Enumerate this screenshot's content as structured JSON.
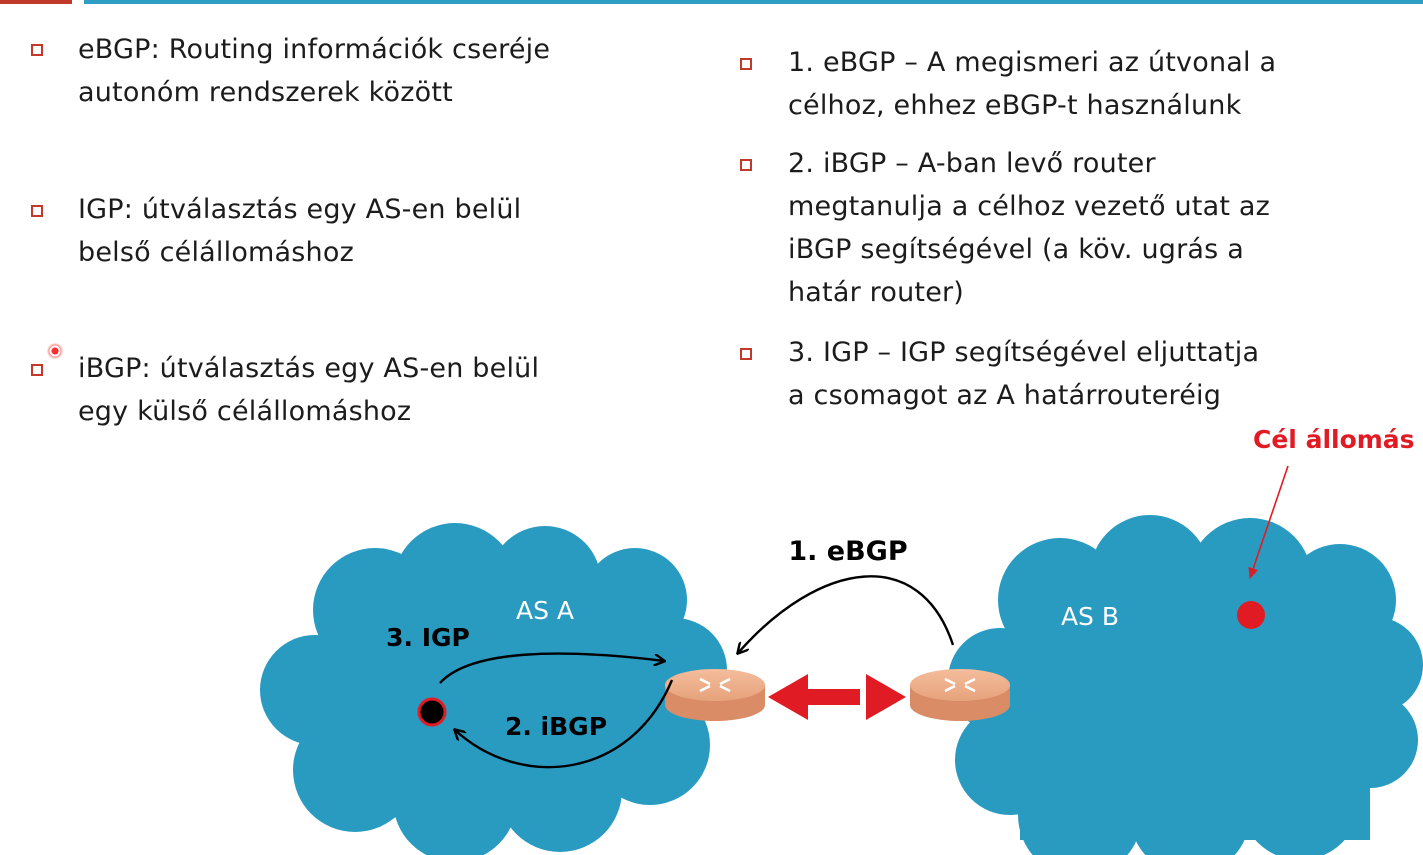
{
  "slide": {
    "left_bullets": [
      {
        "text": "eBGP: Routing információk cseréje\nautonóm rendszerek között"
      },
      {
        "text": "IGP: útválasztás egy AS-en belül\nbelső célállomáshoz"
      },
      {
        "text": "iBGP: útválasztás egy AS-en belül\negy külső célállomáshoz"
      }
    ],
    "right_bullets": [
      {
        "text": "1. eBGP – A megismeri az útvonal a\ncélhoz, ehhez eBGP-t használunk"
      },
      {
        "text": "2. iBGP – A-ban levő router\nmegtanulja a célhoz vezető utat az\niBGP segítségével (a köv. ugrás a\nhatár router)"
      },
      {
        "text": "3. IGP – IGP segítségével eljuttatja\na csomagot az A határrouteréig"
      }
    ]
  },
  "diagram": {
    "as_a_label": "AS A",
    "as_b_label": "AS B",
    "ebgp_label": "1. eBGP",
    "igp_label": "3. IGP",
    "ibgp_label": "2. iBGP",
    "target_label": "Cél állomás",
    "colors": {
      "cloud": "#2a9bc0",
      "router": "#e9a37c",
      "link": "#e01b24",
      "target": "#e01b24",
      "accent": "#c0392b"
    }
  }
}
